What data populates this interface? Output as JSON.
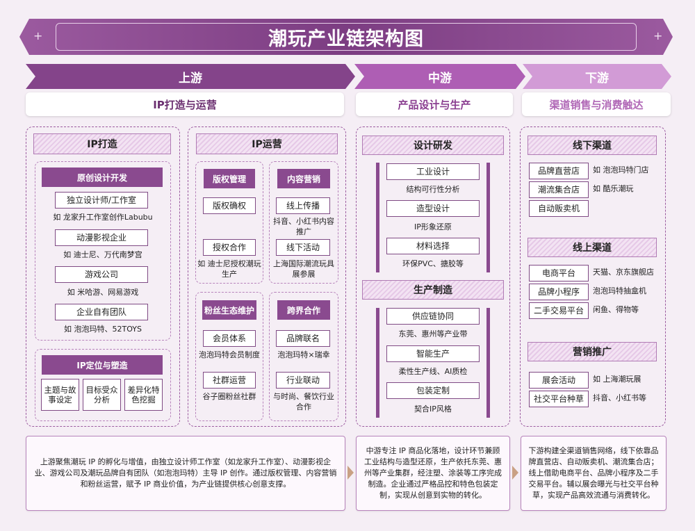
{
  "title": "潮玩产业链架构图",
  "stages": {
    "up": {
      "label": "上游",
      "sub": "IP打造与运营"
    },
    "mid": {
      "label": "中游",
      "sub": "产品设计与生产"
    },
    "down": {
      "label": "下游",
      "sub": "渠道销售与消费触达"
    }
  },
  "ip_create": {
    "title": "IP打造",
    "original": {
      "title": "原创设计开发",
      "items": [
        {
          "box": "独立设计师/工作室",
          "note": "如 龙家升工作室创作Labubu"
        },
        {
          "box": "动漫影视企业",
          "note": "如 迪士尼、万代南梦宫"
        },
        {
          "box": "游戏公司",
          "note": "如 米哈游、网易游戏"
        },
        {
          "box": "企业自有团队",
          "note": "如 泡泡玛特、52TOYS"
        }
      ]
    },
    "position": {
      "title": "IP定位与塑造",
      "items": [
        "主题与故事设定",
        "目标受众分析",
        "差异化特色挖掘"
      ]
    }
  },
  "ip_ops": {
    "title": "IP运营",
    "copyright": {
      "title": "版权管理",
      "box1": "版权确权",
      "box2": "授权合作",
      "note2": "如 迪士尼授权潮玩生产"
    },
    "content": {
      "title": "内容营销",
      "box1": "线上传播",
      "note1": "抖音、小红书内容推广",
      "box2": "线下活动",
      "note2": "上海国际潮流玩具展参展"
    },
    "fans": {
      "title": "粉丝生态维护",
      "box1": "会员体系",
      "note1": "泡泡玛特会员制度",
      "box2": "社群运营",
      "note2": "谷子圈粉丝社群"
    },
    "cross": {
      "title": "跨界合作",
      "box1": "品牌联名",
      "note1": "泡泡玛特×瑞幸",
      "box2": "行业联动",
      "note2": "与时尚、餐饮行业合作"
    }
  },
  "design": {
    "title": "设计研发",
    "items": [
      {
        "box": "工业设计",
        "note": "结构可行性分析"
      },
      {
        "box": "造型设计",
        "note": "IP形象还原"
      },
      {
        "box": "材料选择",
        "note": "环保PVC、搪胶等"
      }
    ]
  },
  "production": {
    "title": "生产制造",
    "items": [
      {
        "box": "供应链协同",
        "note": "东莞、惠州等产业带"
      },
      {
        "box": "智能生产",
        "note": "柔性生产线、AI质检"
      },
      {
        "box": "包装定制",
        "note": "契合IP风格"
      }
    ]
  },
  "offline": {
    "title": "线下渠道",
    "items": [
      {
        "box": "品牌直营店",
        "note": "如 泡泡玛特门店"
      },
      {
        "box": "潮流集合店",
        "note": "如 酷乐潮玩"
      },
      {
        "box": "自动贩卖机",
        "note": ""
      }
    ]
  },
  "online": {
    "title": "线上渠道",
    "items": [
      {
        "box": "电商平台",
        "note": "天猫、京东旗舰店"
      },
      {
        "box": "品牌小程序",
        "note": "泡泡玛特抽盒机"
      },
      {
        "box": "二手交易平台",
        "note": "闲鱼、得物等"
      }
    ]
  },
  "promo": {
    "title": "营销推广",
    "items": [
      {
        "box": "展会活动",
        "note": "如 上海潮玩展"
      },
      {
        "box": "社交平台种草",
        "note": "抖音、小红书等"
      }
    ]
  },
  "summaries": {
    "up": "上游聚焦潮玩 IP 的孵化与增值，由独立设计师工作室（如龙家升工作室）、动漫影视企业、游戏公司及潮玩品牌自有团队（如泡泡玛特）主导 IP 创作。通过版权管理、内容营销和粉丝运营，赋予 IP 商业价值，为产业链提供核心创意支撑。",
    "mid": "中游专注 IP 商品化落地，设计环节兼顾工业结构与造型还原，生产依托东莞、惠州等产业集群，经注塑、涂装等工序完成制造。企业通过严格品控和特色包装定制，实现从创意到实物的转化。",
    "down": "下游构建全渠道销售网络，线下依靠品牌直营店、自动贩卖机、潮流集合店；线上借助电商平台、品牌小程序及二手交易平台。辅以展会曝光与社交平台种草，实现产品高效流通与消费转化。"
  },
  "colors": {
    "primary": "#84448a",
    "mid": "#ae5eb4",
    "light": "#d29bd6",
    "background": "#f5eef5"
  }
}
